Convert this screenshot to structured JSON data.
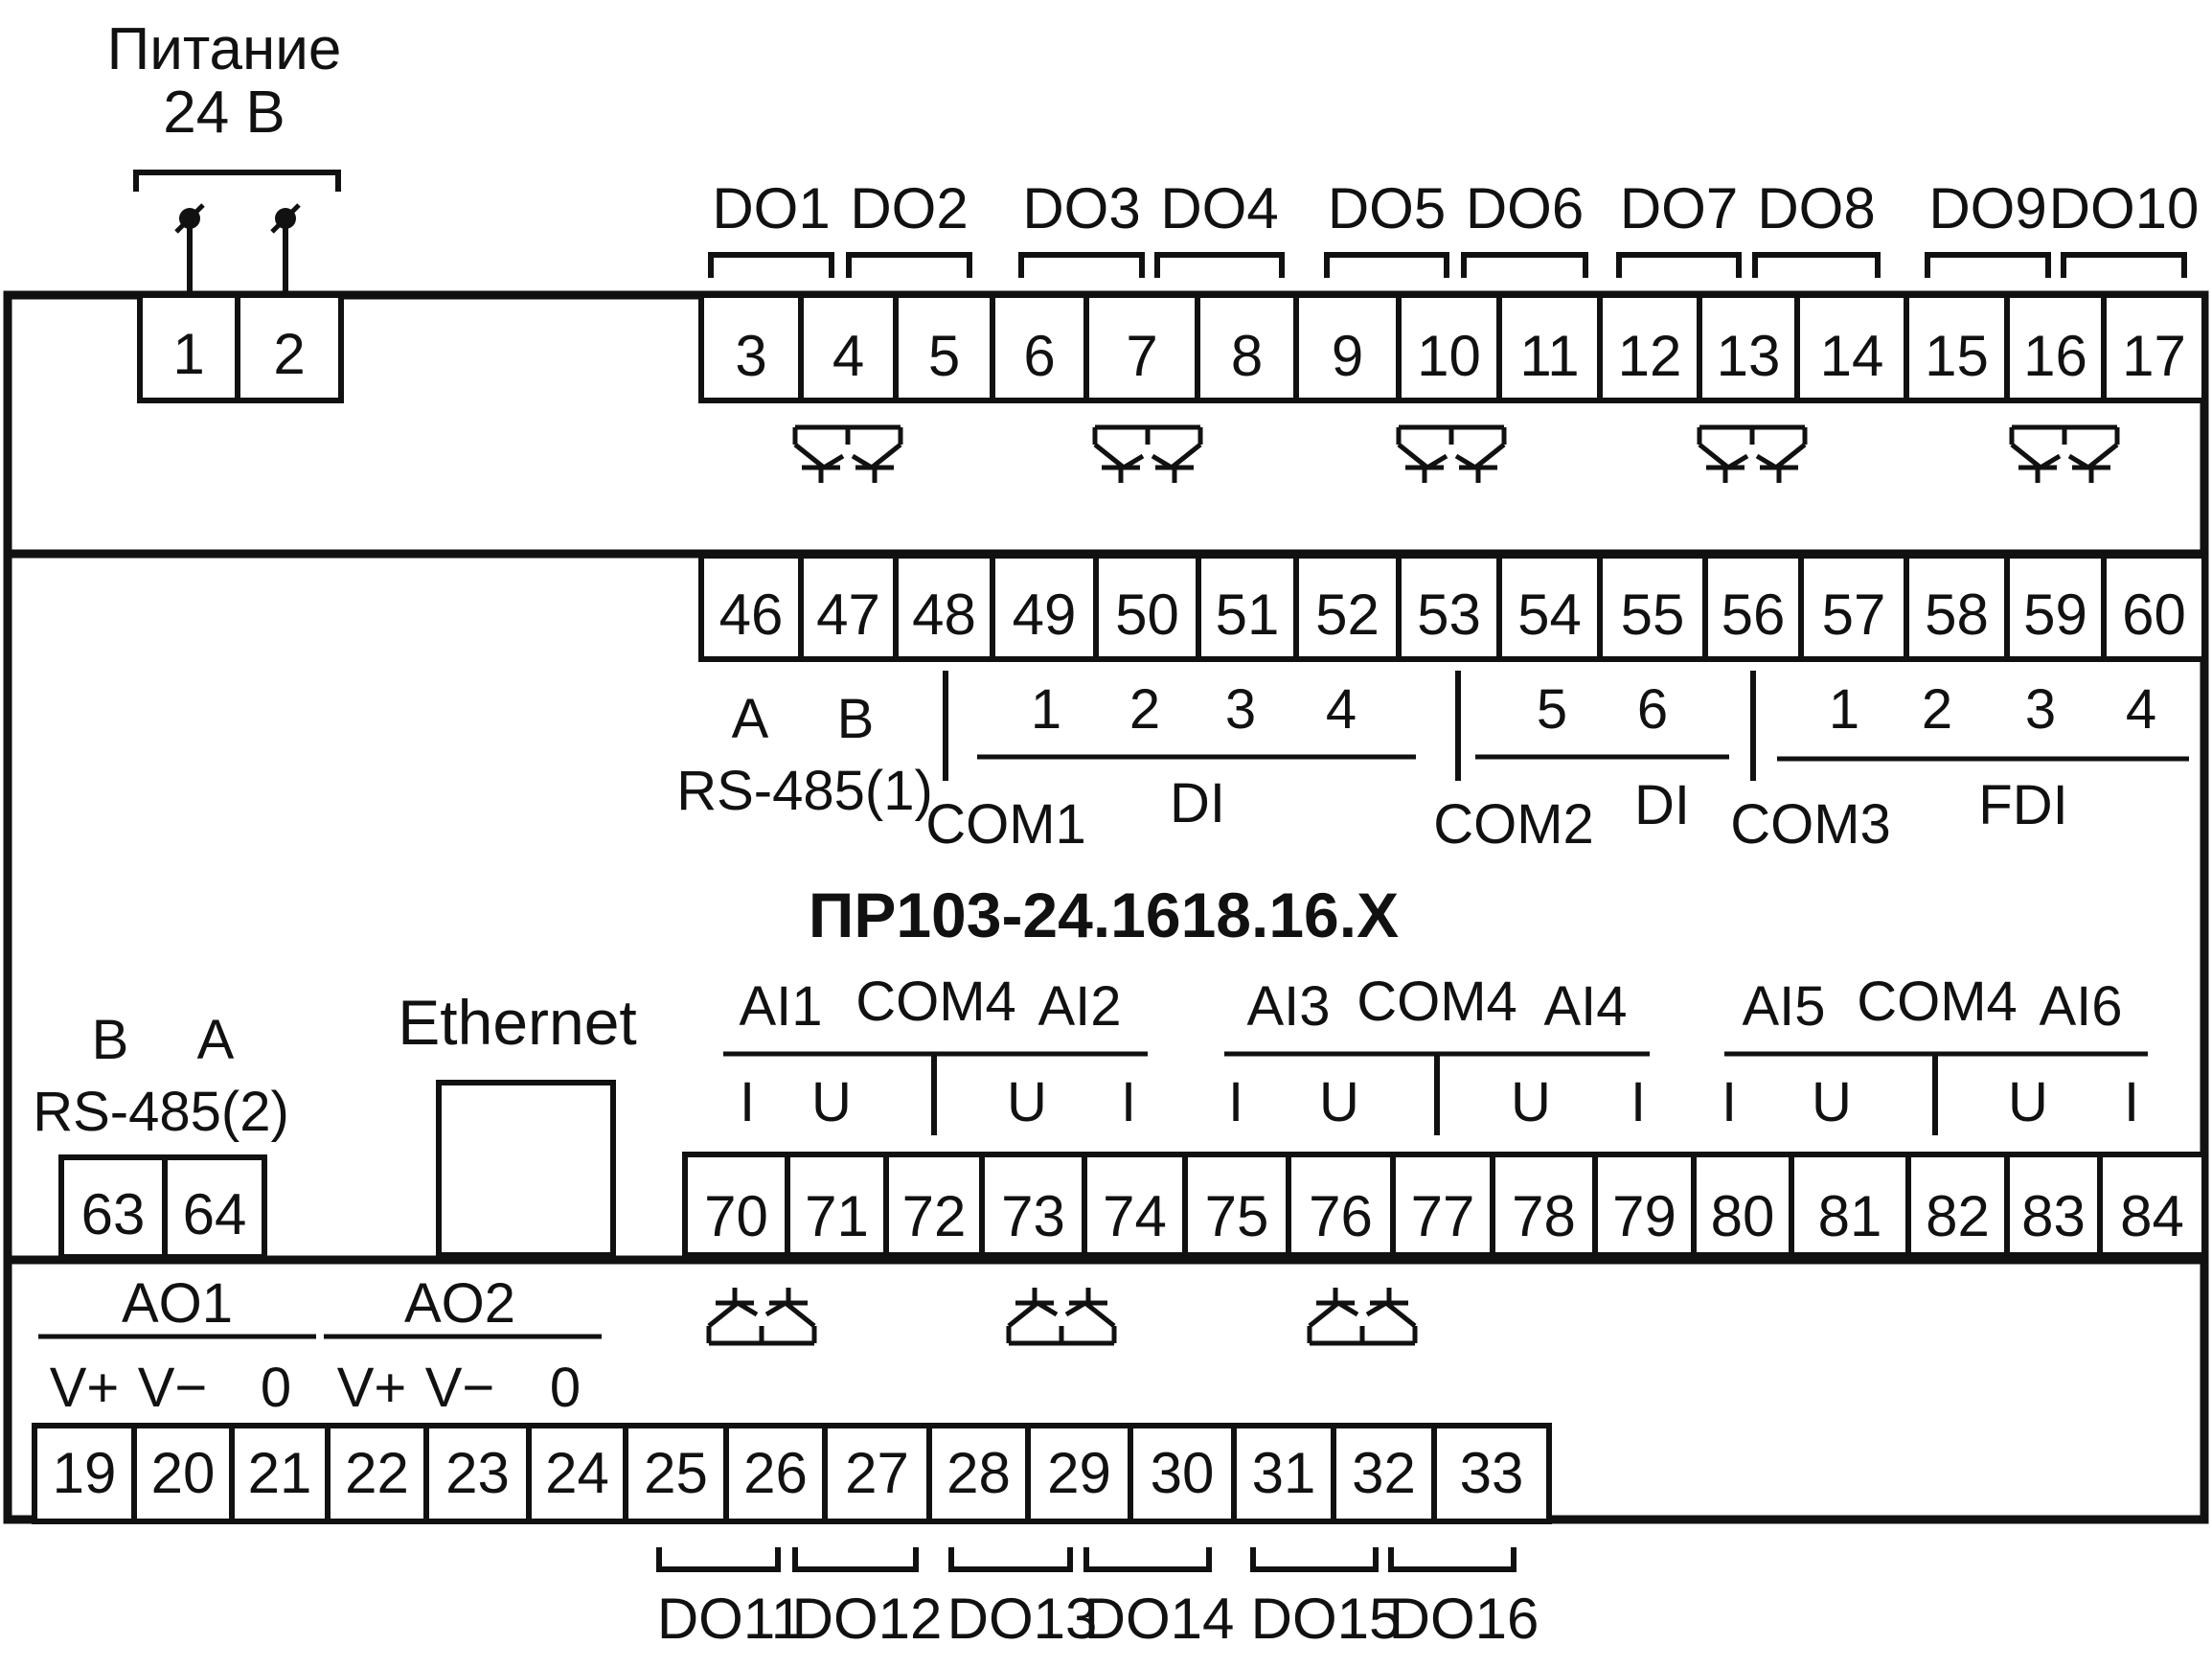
{
  "power": {
    "title": "Питание",
    "voltage": "24  В",
    "terminals": [
      "1",
      "2"
    ]
  },
  "model": "ПР103-24.1618.16.Х",
  "top_row": {
    "terminals": [
      "3",
      "4",
      "5",
      "6",
      "7",
      "8",
      "9",
      "10",
      "11",
      "12",
      "13",
      "14",
      "15",
      "16",
      "17"
    ],
    "outputs": [
      "DO1",
      "DO2",
      "DO3",
      "DO4",
      "DO5",
      "DO6",
      "DO7",
      "DO8",
      "DO9",
      "DO10"
    ]
  },
  "middle_row": {
    "terminals": [
      "46",
      "47",
      "48",
      "49",
      "50",
      "51",
      "52",
      "53",
      "54",
      "55",
      "56",
      "57",
      "58",
      "59",
      "60"
    ],
    "rs485_1": {
      "a": "A",
      "b": "B",
      "label": "RS-485(1)"
    },
    "com1": "COM1",
    "di_label": "DI",
    "di_numbers": [
      "1",
      "2",
      "3",
      "4"
    ],
    "com2": "COM2",
    "di2_label": "DI",
    "di2_numbers": [
      "5",
      "6"
    ],
    "com3": "COM3",
    "fdi_label": "FDI",
    "fdi_numbers": [
      "1",
      "2",
      "3",
      "4"
    ]
  },
  "rs485_2": {
    "b": "B",
    "a": "A",
    "label": "RS-485(2)",
    "terminals": [
      "63",
      "64"
    ]
  },
  "ethernet": "Ethernet",
  "analog_in": {
    "groups": [
      {
        "in1": "AI1",
        "com": "COM4",
        "in2": "AI2"
      },
      {
        "in1": "AI3",
        "com": "COM4",
        "in2": "AI4"
      },
      {
        "in1": "AI5",
        "com": "COM4",
        "in2": "AI6"
      }
    ],
    "sub": [
      "I",
      "U",
      "U",
      "I"
    ],
    "terminals": [
      "70",
      "71",
      "72",
      "73",
      "74",
      "75",
      "76",
      "77",
      "78",
      "79",
      "80",
      "81",
      "82",
      "83",
      "84"
    ]
  },
  "analog_out": {
    "groups": [
      "AO1",
      "AO2"
    ],
    "sub": [
      "V+",
      "V−",
      "0"
    ],
    "terminals": [
      "19",
      "20",
      "21",
      "22",
      "23",
      "24"
    ]
  },
  "bottom_row": {
    "terminals": [
      "25",
      "26",
      "27",
      "28",
      "29",
      "30",
      "31",
      "32",
      "33"
    ],
    "outputs": [
      "DO11",
      "DO12",
      "DO13",
      "DO14",
      "DO15",
      "DO16"
    ]
  }
}
